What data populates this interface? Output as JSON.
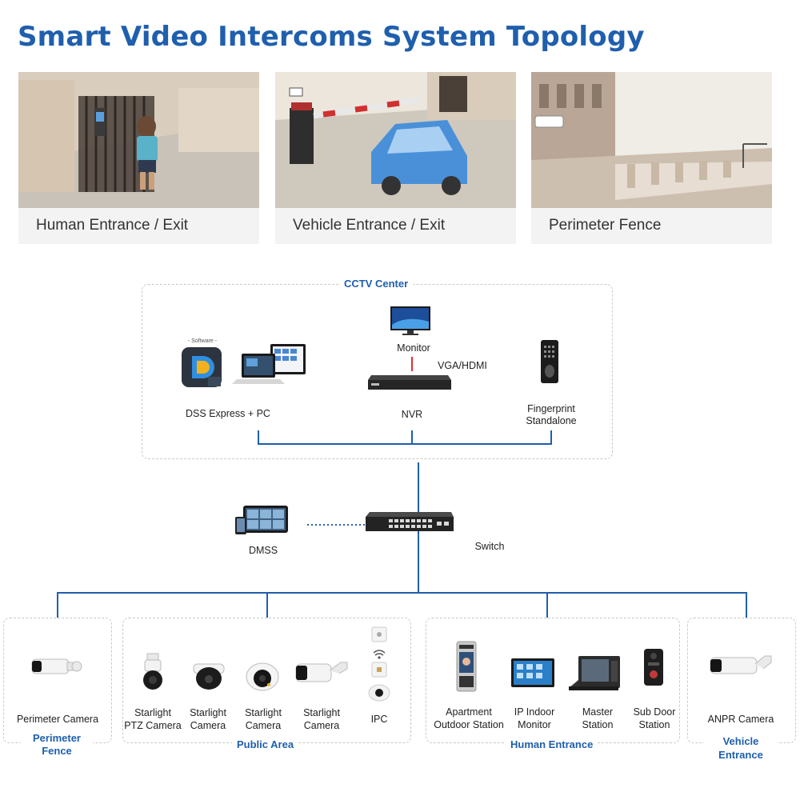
{
  "title": "Smart Video Intercoms System Topology",
  "scenes": [
    {
      "caption": "Human Entrance / Exit"
    },
    {
      "caption": "Vehicle Entrance / Exit"
    },
    {
      "caption": "Perimeter Fence"
    }
  ],
  "cctv_center": {
    "title": "CCTV Center",
    "software_tag": "- Software -",
    "dss_label": "DSS Express + PC",
    "monitor_label": "Monitor",
    "vga_label": "VGA/HDMI",
    "nvr_label": "NVR",
    "fingerprint_label_1": "Fingerprint",
    "fingerprint_label_2": "Standalone"
  },
  "network": {
    "dmss_label": "DMSS",
    "switch_label": "Switch"
  },
  "groups": {
    "perimeter": {
      "title_1": "Perimeter",
      "title_2": "Fence",
      "devices": [
        {
          "line1": "Perimeter Camera",
          "line2": ""
        }
      ]
    },
    "public": {
      "title": "Public Area",
      "devices": [
        {
          "line1": "Starlight",
          "line2": "PTZ Camera"
        },
        {
          "line1": "Starlight",
          "line2": "Camera"
        },
        {
          "line1": "Starlight",
          "line2": "Camera"
        },
        {
          "line1": "Starlight",
          "line2": "Camera"
        },
        {
          "line1": "IPC",
          "line2": ""
        }
      ]
    },
    "human": {
      "title": "Human Entrance",
      "devices": [
        {
          "line1": "Apartment",
          "line2": "Outdoor Station"
        },
        {
          "line1": "IP Indoor",
          "line2": "Monitor"
        },
        {
          "line1": "Master",
          "line2": "Station"
        },
        {
          "line1": "Sub Door",
          "line2": "Station"
        }
      ]
    },
    "vehicle": {
      "title_1": "Vehicle",
      "title_2": "Entrance",
      "devices": [
        {
          "line1": "ANPR Camera",
          "line2": ""
        }
      ]
    }
  },
  "colors": {
    "accent": "#1f5fad",
    "link_red": "#e03030",
    "device_dark": "#2b2b2b"
  }
}
